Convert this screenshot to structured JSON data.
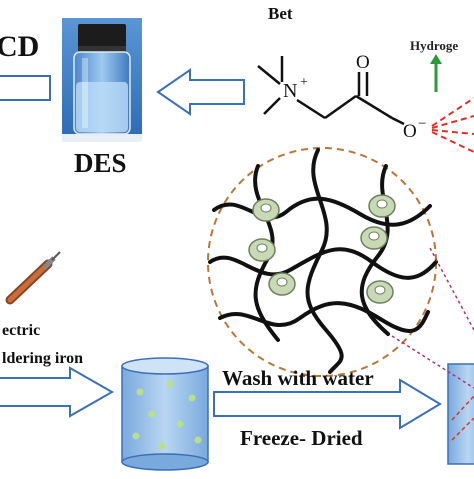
{
  "labels": {
    "cd": "CD",
    "des": "DES",
    "bet": "Bet",
    "hydrogen": "Hydroge",
    "electric_line1": "ectric",
    "electric_line2": "ldering iron",
    "wash": "Wash with water",
    "freeze": "Freeze- Dried"
  },
  "molecule": {
    "nitrogen": "N",
    "plus": "+",
    "oxygen_top": "O",
    "oxygen_anion": "O",
    "minus": "−"
  },
  "colors": {
    "arrow_stroke": "#3b6fb8",
    "liquid": "#8fb8e6",
    "bead": "#b6e08a",
    "ring": "#c9d9b6",
    "dashed_circle": "#b7763a",
    "red_bonds": "#e0302a",
    "green_arrow": "#2a9a3a",
    "iron": "#b0562c"
  },
  "icons": [
    "vial-icon",
    "soldering-iron-icon",
    "beaker-icon",
    "polymer-network-icon"
  ]
}
